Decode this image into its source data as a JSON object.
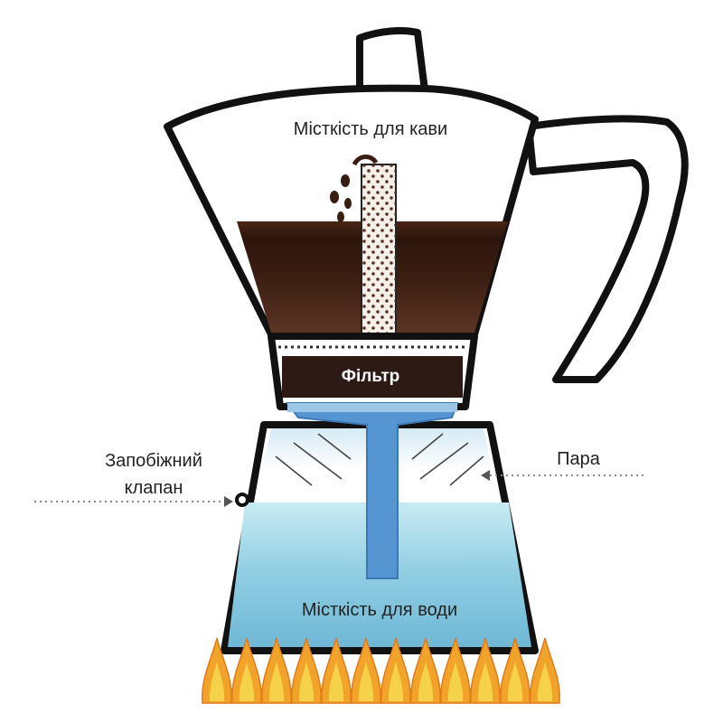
{
  "labels": {
    "coffee_chamber": "Місткість для кави",
    "filter": "Фільтр",
    "safety_valve": "Запобіжний клапан",
    "steam": "Пара",
    "water_chamber": "Місткість для води"
  },
  "colors": {
    "outline": "#111111",
    "coffee": "#3a1d12",
    "filter": "#2e1a14",
    "water": "#9fd3e6",
    "tube": "#4f8fcc",
    "flame_outer": "#f2a42a",
    "flame_inner": "#f6d24a"
  }
}
